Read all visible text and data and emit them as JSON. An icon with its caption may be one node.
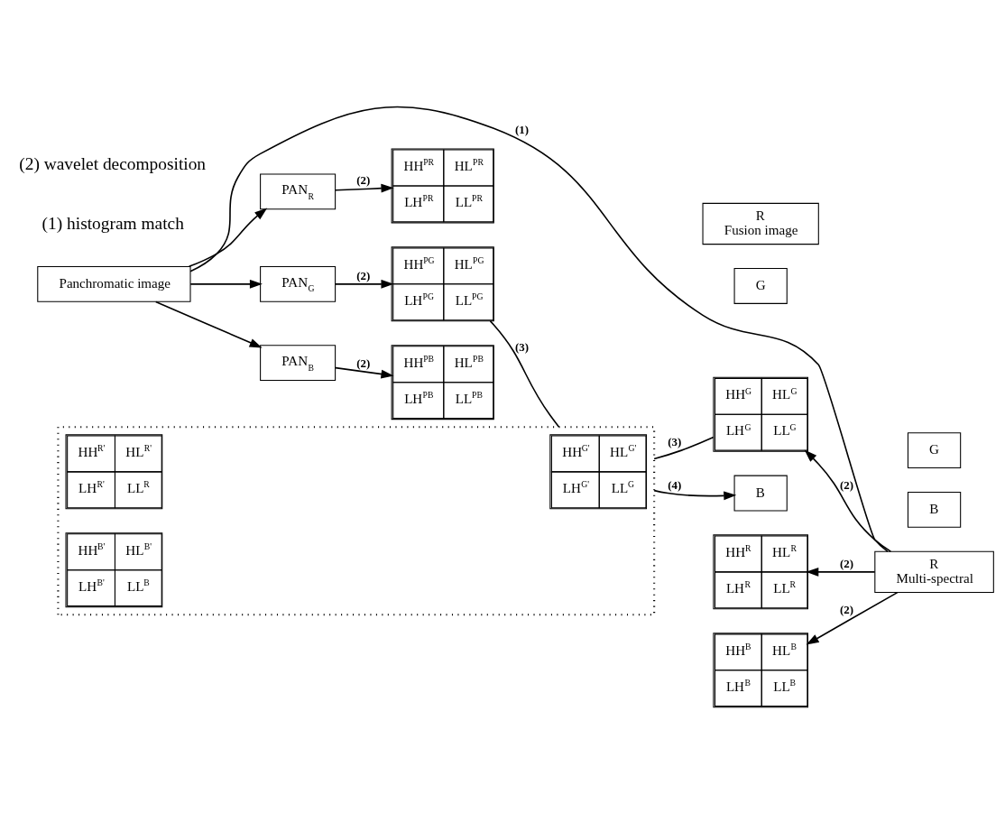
{
  "diagram": {
    "nodes": [
      {
        "text": [
          "Panchromatic image"
        ]
      },
      {
        "text": [
          "B"
        ]
      },
      {
        "text": [
          "G"
        ]
      },
      {
        "text": [
          "R",
          "Multi-spectral"
        ]
      },
      {
        "text": [
          "PAN$_{R}$"
        ]
      },
      {
        "text": [
          "HH$^{PR}$",
          "HL$^{PR}$",
          "LH$^{PR}$",
          "LL$^{PR}$"
        ]
      },
      {
        "text": [],
        "shape": "box"
      },
      {
        "text": [
          "HH$^{R'}$",
          "HL$^{R'}$",
          "LH$^{R'}$",
          "LL$^{R}$"
        ],
        "in": 6
      },
      {
        "text": [
          "HH$^{R}$",
          "HL$^{R}$",
          "LH$^{R}$",
          "LL$^{R}$"
        ]
      },
      {
        "text": [
          "PAN$_{G}$"
        ]
      },
      {
        "text": [
          "HH$^{PG}$",
          "HL$^{PG}$",
          "LH$^{PG}$",
          "LL$^{PG}$"
        ]
      },
      {
        "text": [
          "HH$^{G'}$",
          "HL$^{G'}$",
          "LH$^{G'}$",
          "LL$^{G}$"
        ],
        "in": 6
      },
      {
        "text": [
          "HH$^{G}$",
          "HL$^{G}$",
          "LH$^{G}$",
          "LL$^{G}$"
        ]
      },
      {
        "text": [
          "PAN$_{B}$"
        ]
      },
      {
        "text": [
          "HH$^{PB}$",
          "HL$^{PB}$",
          "LH$^{PB}$",
          "LL$^{PB}$"
        ]
      },
      {
        "text": [
          "HH$^{B'}$",
          "HL$^{B'}$",
          "LH$^{B'}$",
          "LL$^{B}$"
        ],
        "in": 6
      },
      {
        "text": [
          "HH$^{B}$",
          "HL$^{B}$",
          "LH$^{B}$",
          "LL$^{B}$"
        ]
      },
      {
        "text": [
          "B"
        ]
      },
      {
        "text": [
          "G"
        ]
      },
      {
        "text": [
          "R",
          "Fusion image"
        ]
      }
    ],
    "edges": [
      {
        "from": 0,
        "to": 3,
        "arrow": "none",
        "label": "(1)"
      },
      {
        "from": 0,
        "to": 4,
        "arrow": "to"
      },
      {
        "from": 0,
        "to": 9,
        "arrow": "to"
      },
      {
        "from": 0,
        "to": 13,
        "arrow": "to"
      },
      {
        "from": 4,
        "to": 5,
        "arrow": "to",
        "label": "(2)"
      },
      {
        "from": 9,
        "to": 10,
        "arrow": "to",
        "label": "(2)"
      },
      {
        "from": 13,
        "to": 14,
        "arrow": "to",
        "label": "(2)"
      },
      {
        "from": 3,
        "to": 8,
        "arrow": "to",
        "label": "(2)"
      },
      {
        "from": 3,
        "to": 12,
        "arrow": "to",
        "label": "(2)"
      },
      {
        "from": 3,
        "to": 16,
        "arrow": "to",
        "label": "(2)"
      },
      {
        "from": 10,
        "to": 6,
        "arrow": "none",
        "label": "(3)"
      },
      {
        "from": 12,
        "to": 6,
        "arrow": "none",
        "label": "(3)"
      },
      {
        "from": 6,
        "to": 17,
        "arrow": "to",
        "label": "(4)"
      }
    ],
    "labels": [
      "(1) histogram match",
      "(2) wavelet decomposition"
    ]
  }
}
